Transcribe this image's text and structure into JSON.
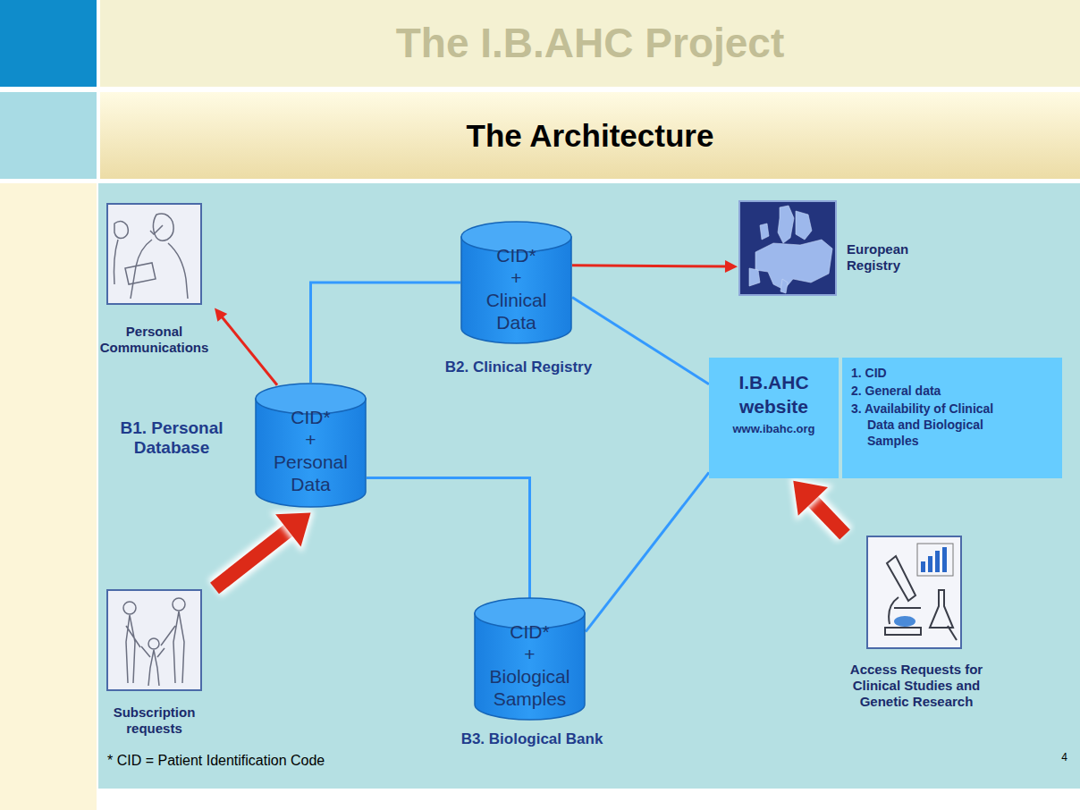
{
  "diagram": {
    "title": "The I.B.AHC Project",
    "nodes": [
      {
        "text": [
          "Personal Communications"
        ]
      },
      {
        "text": [
          "CID* + Clinical Data",
          "B2. Clinical Registry"
        ]
      },
      {
        "text": [
          "European Registry"
        ]
      },
      {
        "text": [
          "B1. Personal Database",
          "CID* + Personal Data"
        ]
      },
      {
        "text": [
          "I.B.AHC website",
          "www.ibahc.org"
        ]
      },
      {
        "text": [
          "1. CID",
          "2. General data",
          "3. Availability of Clinical Data and Biological Samples"
        ]
      },
      {
        "text": [
          "CID* + Biological Samples",
          "B3. Biological Bank"
        ]
      },
      {
        "text": [
          "Subscription requests"
        ]
      },
      {
        "text": [
          "Access Requests for Clinical Studies and Genetic Research"
        ]
      }
    ],
    "edges": [
      {
        "from": 3,
        "to": 0,
        "arrow": "to"
      },
      {
        "from": 1,
        "to": 2,
        "arrow": "to"
      },
      {
        "from": 7,
        "to": 3,
        "arrow": "to"
      },
      {
        "from": 8,
        "to": 4,
        "arrow": "to"
      },
      {
        "from": 3,
        "to": 1,
        "arrow": "none"
      },
      {
        "from": 3,
        "to": 6,
        "arrow": "none"
      },
      {
        "from": 1,
        "to": 4,
        "arrow": "none"
      },
      {
        "from": 6,
        "to": 4,
        "arrow": "none"
      }
    ],
    "labels": [
      "The Architecture",
      "* CID = Patient Identification Code",
      "4"
    ]
  }
}
